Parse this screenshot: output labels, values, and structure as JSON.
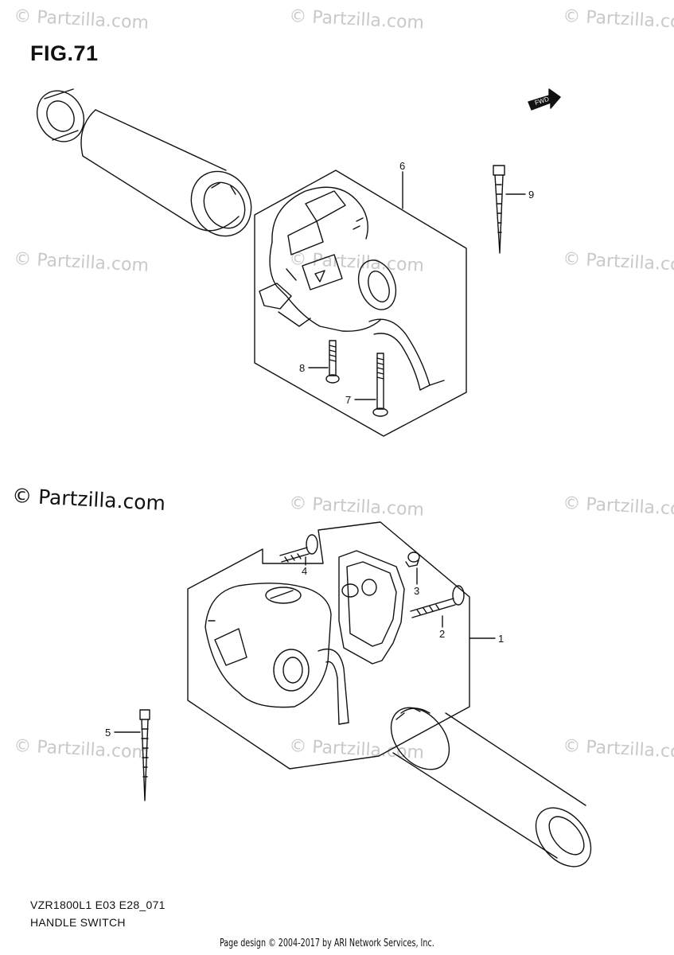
{
  "figure": {
    "title": "FIG.71",
    "fwd_label": "FWD"
  },
  "watermark": {
    "text": "© Partzilla.com",
    "large_text": "© Partzilla.com"
  },
  "callouts": [
    {
      "id": "1",
      "label": "1"
    },
    {
      "id": "2",
      "label": "2"
    },
    {
      "id": "3",
      "label": "3"
    },
    {
      "id": "4",
      "label": "4"
    },
    {
      "id": "5",
      "label": "5"
    },
    {
      "id": "6",
      "label": "6"
    },
    {
      "id": "7",
      "label": "7"
    },
    {
      "id": "8",
      "label": "8"
    },
    {
      "id": "9",
      "label": "9"
    }
  ],
  "caption": {
    "model_code": "VZR1800L1 E03 E28_071",
    "title": "HANDLE SWITCH"
  },
  "footer": {
    "text": "Page design © 2004-2017 by ARI Network Services, Inc."
  },
  "colors": {
    "line": "#111111",
    "watermark": "#c9c9c9",
    "background": "#ffffff"
  }
}
